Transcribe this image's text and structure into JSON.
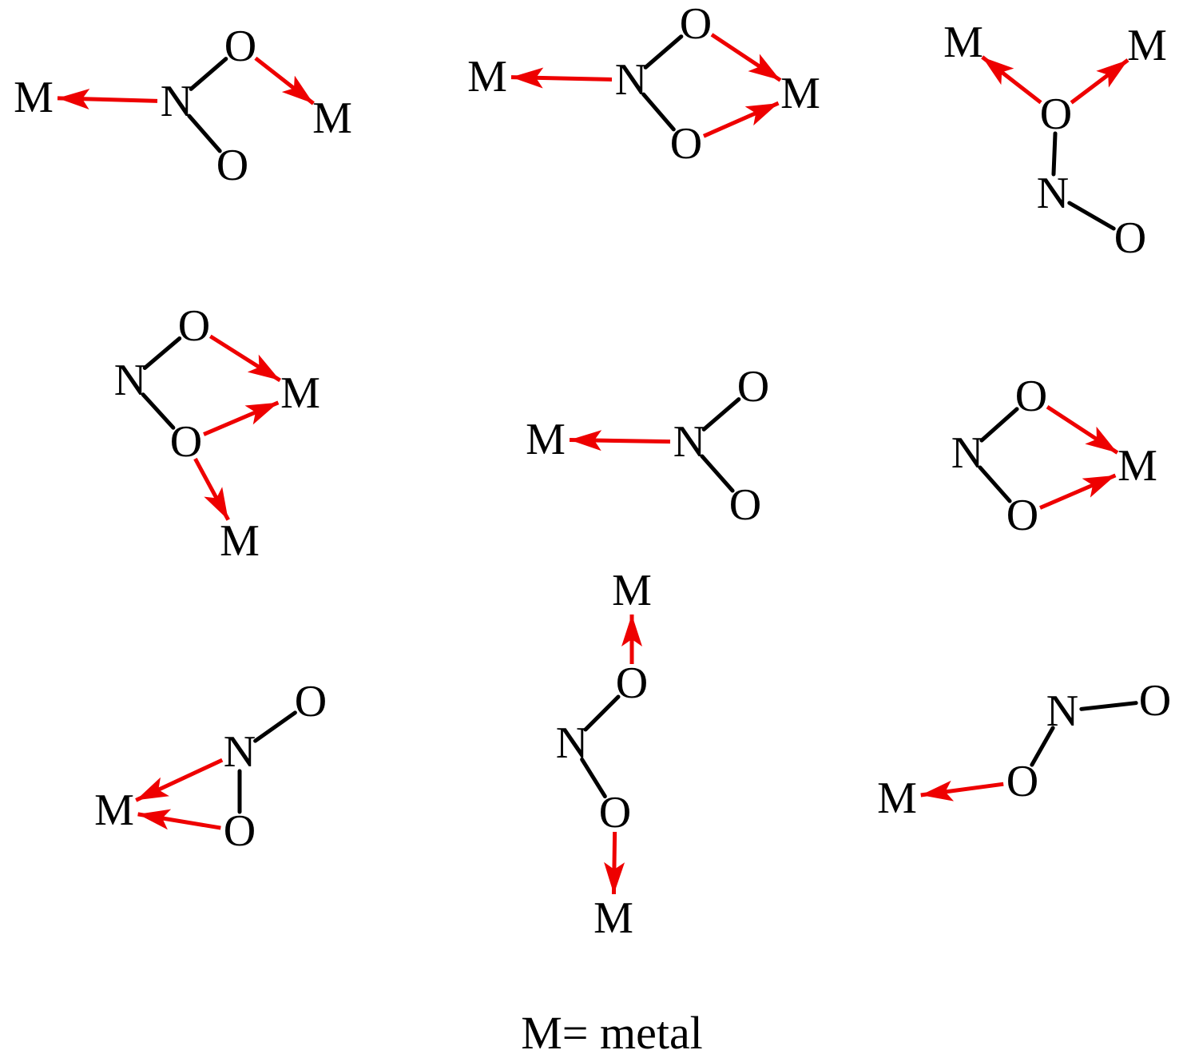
{
  "colors": {
    "bond": "#000000",
    "coordination_arrow": "#ee0000",
    "text": "#000000"
  },
  "caption": "M= metal",
  "structures": [
    {
      "atoms": [
        {
          "id": "N",
          "label": "N"
        },
        {
          "id": "O1",
          "label": "O"
        },
        {
          "id": "O2",
          "label": "O"
        },
        {
          "id": "M1",
          "label": "M"
        },
        {
          "id": "M2",
          "label": "M"
        }
      ],
      "bonds": [
        [
          "N",
          "O1"
        ],
        [
          "N",
          "O2"
        ]
      ],
      "arrows": [
        [
          "N",
          "M1"
        ],
        [
          "O1",
          "M2"
        ]
      ]
    },
    {
      "atoms": [
        {
          "id": "N",
          "label": "N"
        },
        {
          "id": "O1",
          "label": "O"
        },
        {
          "id": "O2",
          "label": "O"
        },
        {
          "id": "M1",
          "label": "M"
        },
        {
          "id": "M2",
          "label": "M"
        }
      ],
      "bonds": [
        [
          "N",
          "O1"
        ],
        [
          "N",
          "O2"
        ]
      ],
      "arrows": [
        [
          "N",
          "M1"
        ],
        [
          "O1",
          "M2"
        ],
        [
          "O2",
          "M2"
        ]
      ]
    },
    {
      "atoms": [
        {
          "id": "O1",
          "label": "O"
        },
        {
          "id": "N",
          "label": "N"
        },
        {
          "id": "O2",
          "label": "O"
        },
        {
          "id": "M1",
          "label": "M"
        },
        {
          "id": "M2",
          "label": "M"
        }
      ],
      "bonds": [
        [
          "O1",
          "N"
        ],
        [
          "N",
          "O2"
        ]
      ],
      "arrows": [
        [
          "O1",
          "M1"
        ],
        [
          "O1",
          "M2"
        ]
      ]
    },
    {
      "atoms": [
        {
          "id": "O1",
          "label": "O"
        },
        {
          "id": "N",
          "label": "N"
        },
        {
          "id": "O2",
          "label": "O"
        },
        {
          "id": "M1",
          "label": "M"
        },
        {
          "id": "M2",
          "label": "M"
        }
      ],
      "bonds": [
        [
          "O1",
          "N"
        ],
        [
          "N",
          "O2"
        ]
      ],
      "arrows": [
        [
          "O1",
          "M1"
        ],
        [
          "O2",
          "M1"
        ],
        [
          "O2",
          "M2"
        ]
      ]
    },
    {
      "atoms": [
        {
          "id": "N",
          "label": "N"
        },
        {
          "id": "O1",
          "label": "O"
        },
        {
          "id": "O2",
          "label": "O"
        },
        {
          "id": "M1",
          "label": "M"
        }
      ],
      "bonds": [
        [
          "N",
          "O1"
        ],
        [
          "N",
          "O2"
        ]
      ],
      "arrows": [
        [
          "N",
          "M1"
        ]
      ]
    },
    {
      "atoms": [
        {
          "id": "O1",
          "label": "O"
        },
        {
          "id": "N",
          "label": "N"
        },
        {
          "id": "O2",
          "label": "O"
        },
        {
          "id": "M1",
          "label": "M"
        }
      ],
      "bonds": [
        [
          "O1",
          "N"
        ],
        [
          "N",
          "O2"
        ]
      ],
      "arrows": [
        [
          "O1",
          "M1"
        ],
        [
          "O2",
          "M1"
        ]
      ]
    },
    {
      "atoms": [
        {
          "id": "O1",
          "label": "O"
        },
        {
          "id": "N",
          "label": "N"
        },
        {
          "id": "O2",
          "label": "O"
        },
        {
          "id": "M1",
          "label": "M"
        }
      ],
      "bonds": [
        [
          "N",
          "O1"
        ],
        [
          "N",
          "O2"
        ]
      ],
      "arrows": [
        [
          "N",
          "M1"
        ],
        [
          "O2",
          "M1"
        ]
      ]
    },
    {
      "atoms": [
        {
          "id": "M1",
          "label": "M"
        },
        {
          "id": "O1",
          "label": "O"
        },
        {
          "id": "N",
          "label": "N"
        },
        {
          "id": "O2",
          "label": "O"
        },
        {
          "id": "M2",
          "label": "M"
        }
      ],
      "bonds": [
        [
          "O1",
          "N"
        ],
        [
          "N",
          "O2"
        ]
      ],
      "arrows": [
        [
          "O1",
          "M1"
        ],
        [
          "O2",
          "M2"
        ]
      ]
    },
    {
      "atoms": [
        {
          "id": "N",
          "label": "N"
        },
        {
          "id": "O1",
          "label": "O"
        },
        {
          "id": "O2",
          "label": "O"
        },
        {
          "id": "M1",
          "label": "M"
        }
      ],
      "bonds": [
        [
          "N",
          "O1"
        ],
        [
          "N",
          "O2"
        ]
      ],
      "arrows": [
        [
          "O2",
          "M1"
        ]
      ]
    }
  ]
}
